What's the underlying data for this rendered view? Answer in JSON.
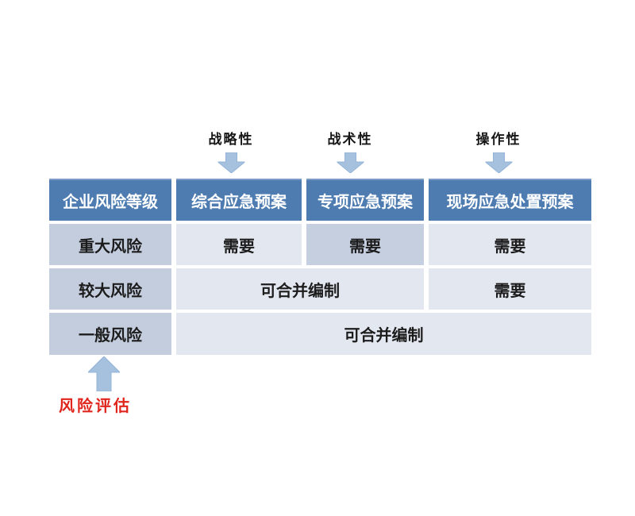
{
  "annotations": {
    "top": [
      {
        "label": "战略性"
      },
      {
        "label": "战术性"
      },
      {
        "label": "操作性"
      }
    ],
    "bottom": {
      "label": "风险评估"
    }
  },
  "table": {
    "header": [
      "企业风险等级",
      "综合应急预案",
      "专项应急预案",
      "现场应急处置预案"
    ],
    "rows": [
      {
        "label": "重大风险",
        "cells": [
          {
            "text": "需要",
            "span": 1,
            "shade": "light"
          },
          {
            "text": "需要",
            "span": 1,
            "shade": "dark"
          },
          {
            "text": "需要",
            "span": 1,
            "shade": "light"
          }
        ]
      },
      {
        "label": "较大风险",
        "cells": [
          {
            "text": "可合并编制",
            "span": 2,
            "shade": "light"
          },
          {
            "text": "需要",
            "span": 1,
            "shade": "light"
          }
        ]
      },
      {
        "label": "一般风险",
        "cells": [
          {
            "text": "可合并编制",
            "span": 3,
            "shade": "light"
          }
        ]
      }
    ]
  },
  "colors": {
    "header_bg": "#4e7cb1",
    "header_text": "#ffffff",
    "row_label_bg": "#c4cdde",
    "cell_light_bg": "#e3e7ef",
    "cell_dark_bg": "#c6cfe0",
    "body_text": "#1c1c1c",
    "arrow_fill": "#a6c1dd",
    "arrow_edge": "#93b4d8",
    "accent_red": "#e0251c"
  }
}
